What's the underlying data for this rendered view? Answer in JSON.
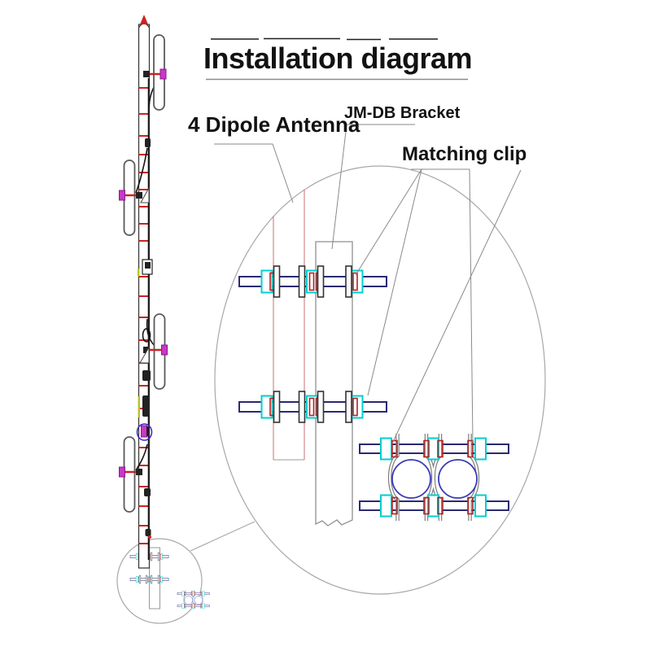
{
  "title": {
    "text": "Installation diagram"
  },
  "callouts": {
    "dipole_antenna": "4 Dipole Antenna",
    "jm_db_bracket": "JM-DB Bracket",
    "matching_clip": "Matching clip"
  },
  "colors": {
    "tick_red": "#cc2222",
    "clamp_cyan": "#00cfcf",
    "clamp_magenta": "#c838c8",
    "bar_navy": "#2a2a72",
    "ring_blue": "#3b3bb8",
    "connector_blue": "#4422cc",
    "boom_pink": "#d08888",
    "leader_gray": "#8a8a8a",
    "cable_yellow": "#b8c800"
  }
}
